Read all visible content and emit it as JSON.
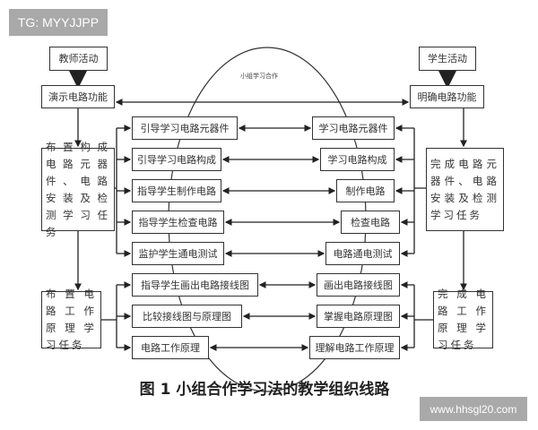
{
  "watermark_top": "TG: MYYJJPP",
  "watermark_bottom": "www.hhsgl20.com",
  "teacher": {
    "header": "教师活动",
    "demo": "演示电路功能",
    "task1": "布置构成电路元器件、电路安装及检测学习任务",
    "task2": "布置电路工作原理学习任务",
    "steps": [
      "引导学习电路元器件",
      "引导学习电路构成",
      "指导学生制作电路",
      "指导学生检查电路",
      "监护学生通电测试",
      "指导学生画出电路接线图",
      "比较接线图与原理图",
      "电路工作原理"
    ]
  },
  "student": {
    "header": "学生活动",
    "clarify": "明确电路功能",
    "task1": "完成电路元器件、电路安装及检测学习任务",
    "task2": "完成电路工作原理学习任务",
    "steps": [
      "学习电路元器件",
      "学习电路构成",
      "制作电路",
      "检查电路",
      "电路通电测试",
      "画出电路接线图",
      "掌握电路原理图",
      "理解电路工作原理"
    ]
  },
  "group_label": "小组学习合作",
  "caption": "图 1 小组合作学习法的教学组织线路"
}
